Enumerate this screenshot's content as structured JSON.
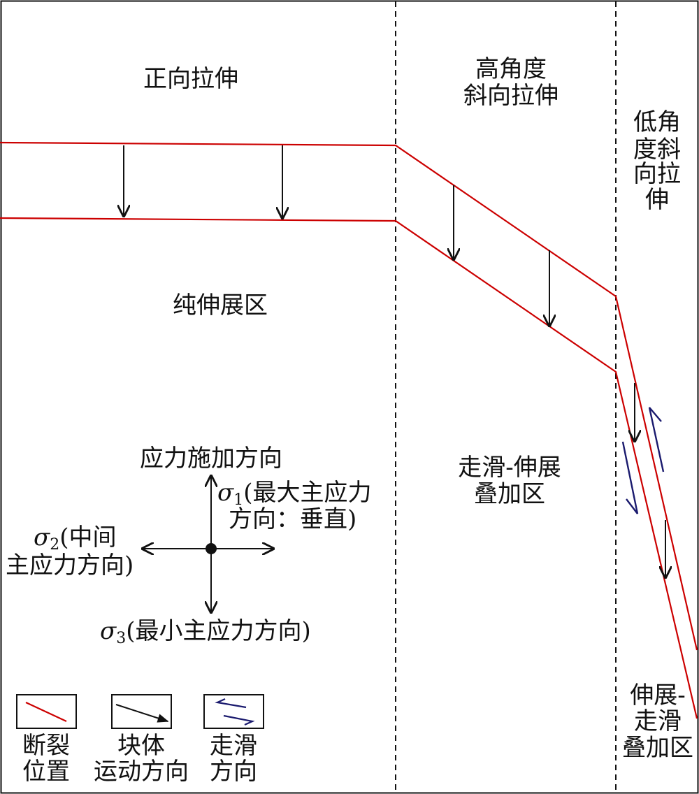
{
  "regions": {
    "normal_extension": "正向拉伸",
    "high_angle_oblique_1": "高角度",
    "high_angle_oblique_2": "斜向拉伸",
    "low_angle_oblique": [
      "低角",
      "度斜",
      "向拉",
      "伸"
    ],
    "pure_extension_zone": "纯伸展区",
    "strike_slip_extension_1": "走滑-伸展",
    "strike_slip_extension_2": "叠加区",
    "extension_strike_slip": [
      "伸展-",
      "走滑",
      "叠加区"
    ]
  },
  "stress": {
    "title": "应力施加方向",
    "sigma1_symbol": "σ",
    "sigma1_sub": "1",
    "sigma1_text": "(最大主应力",
    "sigma1_text2": "方向：垂直)",
    "sigma2_symbol": "σ",
    "sigma2_sub": "2",
    "sigma2_text": "(中间",
    "sigma2_text2": "主应力方向)",
    "sigma3_symbol": "σ",
    "sigma3_sub": "3",
    "sigma3_text": "(最小主应力方向)"
  },
  "legend": {
    "fault_1": "断裂",
    "fault_2": "位置",
    "block_1": "块体",
    "block_2": "运动方向",
    "slip_1": "走滑",
    "slip_2": "方向"
  },
  "colors": {
    "fault": "#cc0000",
    "arrow": "#111111",
    "slip": "#1a1a6e",
    "divider": "#111111"
  }
}
